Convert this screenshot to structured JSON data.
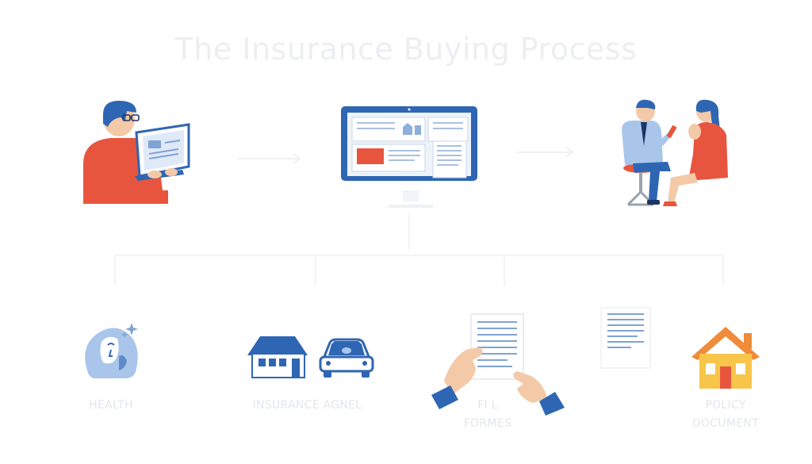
{
  "title": "The Insurance Buying Process",
  "labels": {
    "health": "HEALTH",
    "insurance_agent": "INSURANCE AGNEL",
    "fill_forms_line1": "FI L",
    "fill_forms_line2": "FORMES",
    "policy_line1": "POLICY",
    "policy_line2": "DOCUMENT"
  },
  "colors": {
    "accent_blue": "#2f66b3",
    "accent_red": "#e8553e",
    "light_blue": "#a9c6ea",
    "house_yellow": "#f6c54a",
    "house_orange": "#ef8b3a"
  },
  "icons": [
    "person-laptop-icon",
    "monitor-icon",
    "agent-consultation-icon",
    "health-icon",
    "house-icon",
    "car-icon",
    "hands-document-icon",
    "document-icon",
    "policy-house-icon"
  ]
}
